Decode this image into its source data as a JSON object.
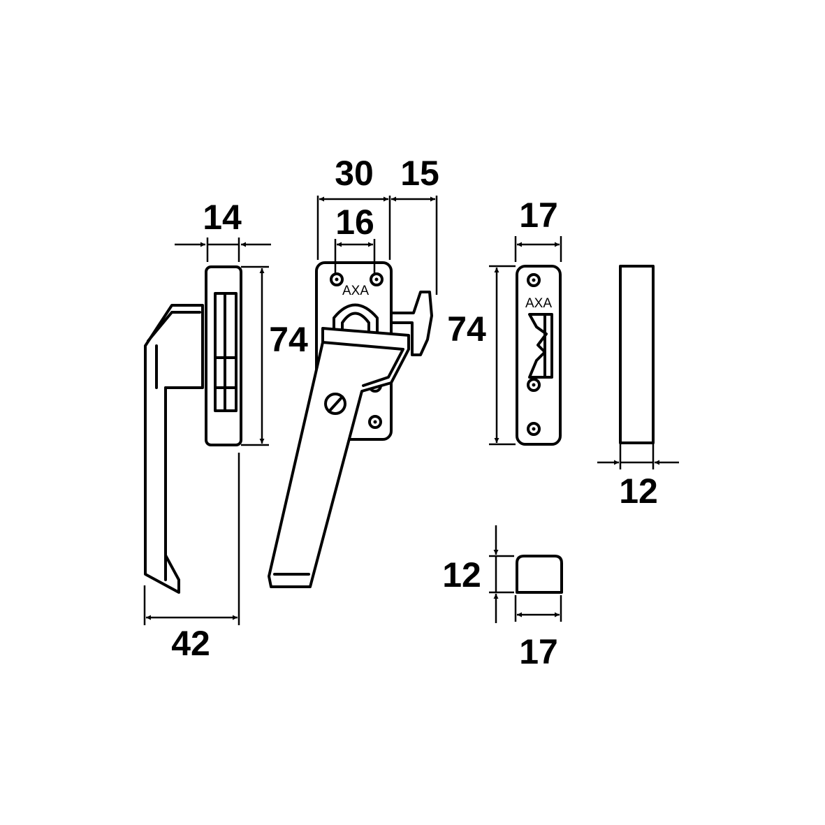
{
  "brand": "AXA",
  "dimensions": {
    "side_width": "14",
    "side_height": "74",
    "handle_reach": "42",
    "plate_width": "30",
    "hook_offset": "15",
    "hole_spacing": "16",
    "plate_height": "74",
    "keeper_width": "17",
    "bar_width": "12",
    "block_height": "12",
    "block_width": "17"
  }
}
